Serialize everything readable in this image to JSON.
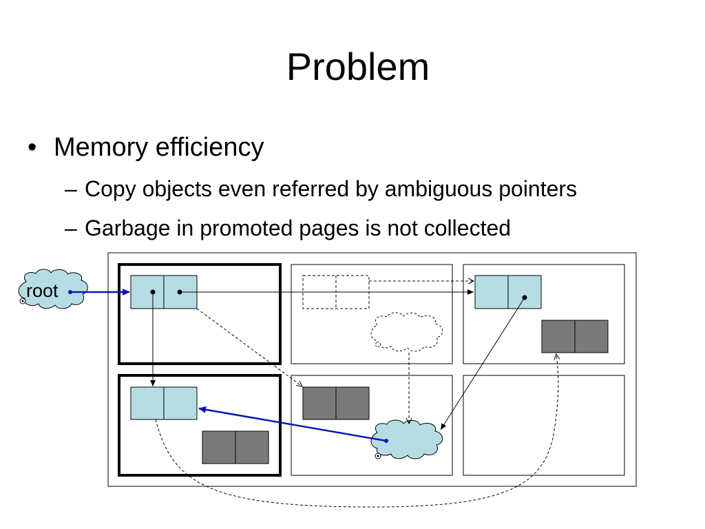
{
  "slide": {
    "title": "Problem",
    "bullets": [
      {
        "marker": "•",
        "text": "Memory efficiency",
        "subitems": [
          {
            "marker": "–",
            "text": "Copy objects even referred by ambiguous pointers"
          },
          {
            "marker": "–",
            "text": "Garbage in promoted pages is not collected"
          }
        ]
      }
    ]
  },
  "diagram": {
    "root_label": "root",
    "colors": {
      "live_object": "#b6dde3",
      "garbage_object": "#7a7a7a",
      "strong_pointer": "#0a16b4",
      "frame": "#000000"
    },
    "pages": [
      {
        "name": "page-top-left",
        "promoted": true
      },
      {
        "name": "page-top-middle",
        "promoted": false
      },
      {
        "name": "page-top-right",
        "promoted": false
      },
      {
        "name": "page-bottom-left",
        "promoted": true
      },
      {
        "name": "page-bottom-middle",
        "promoted": false
      },
      {
        "name": "page-bottom-right",
        "promoted": false
      }
    ]
  }
}
